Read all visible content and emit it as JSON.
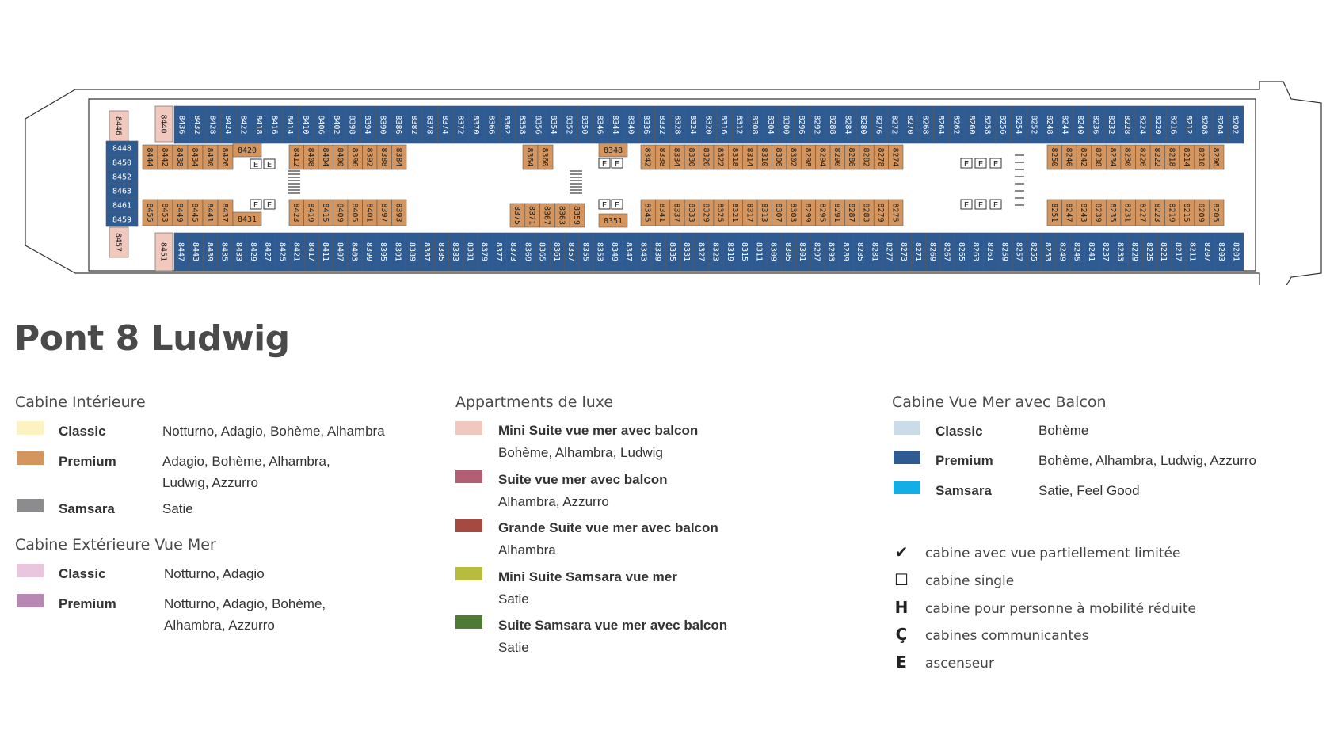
{
  "title": "Pont 8 Ludwig",
  "deck": {
    "top_outer": [
      "8436",
      "8432",
      "8428",
      "8424",
      "8422",
      "8418",
      "8416",
      "8414",
      "8410",
      "8406",
      "8402",
      "8398",
      "8394",
      "8390",
      "8386",
      "8382",
      "8378",
      "8374",
      "8372",
      "8370",
      "8366",
      "8362",
      "8358",
      "8356",
      "8354",
      "8352",
      "8350",
      "8346",
      "8344",
      "8340",
      "8336",
      "8332",
      "8328",
      "8324",
      "8320",
      "8316",
      "8312",
      "8308",
      "8304",
      "8300",
      "8296",
      "8292",
      "8288",
      "8284",
      "8280",
      "8276",
      "8272",
      "8270",
      "8268",
      "8264",
      "8262",
      "8260",
      "8258",
      "8256",
      "8254",
      "8252",
      "8248",
      "8244",
      "8240",
      "8236",
      "8232",
      "8228",
      "8224",
      "8220",
      "8216",
      "8212",
      "8208",
      "8204",
      "8202"
    ],
    "bottom_outer": [
      "8447",
      "8443",
      "8439",
      "8435",
      "8433",
      "8429",
      "8427",
      "8425",
      "8421",
      "8417",
      "8411",
      "8407",
      "8403",
      "8399",
      "8395",
      "8391",
      "8389",
      "8387",
      "8385",
      "8383",
      "8381",
      "8379",
      "8377",
      "8373",
      "8369",
      "8365",
      "8361",
      "8357",
      "8355",
      "8353",
      "8349",
      "8347",
      "8343",
      "8339",
      "8335",
      "8331",
      "8327",
      "8323",
      "8319",
      "8315",
      "8311",
      "8309",
      "8305",
      "8301",
      "8297",
      "8293",
      "8289",
      "8285",
      "8281",
      "8277",
      "8273",
      "8271",
      "8269",
      "8267",
      "8265",
      "8263",
      "8261",
      "8259",
      "8257",
      "8255",
      "8253",
      "8249",
      "8245",
      "8241",
      "8237",
      "8233",
      "8229",
      "8225",
      "8221",
      "8217",
      "8211",
      "8207",
      "8203",
      "8201"
    ],
    "inner_top_a": [
      "8444",
      "8442",
      "8438",
      "8434",
      "8430",
      "8426"
    ],
    "inner_top_b": [
      "8412",
      "8408",
      "8404",
      "8400",
      "8396",
      "8392",
      "8388",
      "8384"
    ],
    "inner_top_c": [
      "8364",
      "8360"
    ],
    "inner_top_d": [
      "8342",
      "8338",
      "8334",
      "8330",
      "8326",
      "8322",
      "8318",
      "8314",
      "8310",
      "8306",
      "8302",
      "8298",
      "8294",
      "8290",
      "8286",
      "8282",
      "8278",
      "8274"
    ],
    "inner_top_e": [
      "8250",
      "8246",
      "8242",
      "8238",
      "8234",
      "8230",
      "8226",
      "8222",
      "8218",
      "8214",
      "8210",
      "8206"
    ],
    "inner_bot_a": [
      "8455",
      "8453",
      "8449",
      "8445",
      "8441",
      "8437"
    ],
    "inner_bot_b": [
      "8423",
      "8419",
      "8415",
      "8409",
      "8405",
      "8401",
      "8397",
      "8393"
    ],
    "inner_bot_c": [
      "8375",
      "8371",
      "8367",
      "8363",
      "8359"
    ],
    "inner_bot_d": [
      "8345",
      "8341",
      "8337",
      "8333",
      "8329",
      "8325",
      "8321",
      "8317",
      "8313",
      "8307",
      "8303",
      "8299",
      "8295",
      "8291",
      "8287",
      "8283",
      "8279",
      "8275"
    ],
    "inner_bot_e": [
      "8251",
      "8247",
      "8243",
      "8239",
      "8235",
      "8231",
      "8227",
      "8223",
      "8219",
      "8215",
      "8209",
      "8205"
    ],
    "aft_block": [
      "8448",
      "8450",
      "8452",
      "8463",
      "8461",
      "8459"
    ],
    "aft_pink": [
      "8446",
      "8457"
    ],
    "pink_cabins": [
      "8440",
      "8451"
    ],
    "horizontal_labels": [
      "8420",
      "8431",
      "8348",
      "8351"
    ],
    "elevator_mark": "E"
  },
  "sections": {
    "interieure": {
      "title": "Cabine Intérieure",
      "items": [
        {
          "label": "Classic",
          "desc": "Notturno, Adagio, Bohème, Alhambra",
          "color": "#fdf3c0"
        },
        {
          "label": "Premium",
          "desc": "Adagio, Bohème, Alhambra,",
          "desc2": "Ludwig, Azzurro",
          "color": "#d4965e"
        },
        {
          "label": "Samsara",
          "desc": "Satie",
          "color": "#8c8c8e"
        }
      ]
    },
    "exterieure": {
      "title": "Cabine Extérieure Vue Mer",
      "items": [
        {
          "label": "Classic",
          "desc": "Notturno, Adagio",
          "color": "#eac6de"
        },
        {
          "label": "Premium",
          "desc": "Notturno, Adagio, Bohème,",
          "desc2": "Alhambra, Azzurro",
          "color": "#b987b4"
        }
      ]
    },
    "luxe": {
      "title": "Appartments de luxe",
      "items": [
        {
          "label": "Mini Suite vue mer avec balcon",
          "desc": "Bohème, Alhambra, Ludwig",
          "color": "#f0c8be"
        },
        {
          "label": "Suite vue mer avec balcon",
          "desc": "Alhambra, Azzurro",
          "color": "#b25f73"
        },
        {
          "label": "Grande Suite vue mer avec balcon",
          "desc": "Alhambra",
          "color": "#a44a41"
        },
        {
          "label": "Mini Suite Samsara vue mer",
          "desc": "Satie",
          "color": "#b8bc3e"
        },
        {
          "label": "Suite Samsara vue mer avec balcon",
          "desc": "Satie",
          "color": "#4f7a34"
        }
      ]
    },
    "balcon": {
      "title": "Cabine Vue Mer avec Balcon",
      "items": [
        {
          "label": "Classic",
          "desc": "Bohème",
          "color": "#c9dce8"
        },
        {
          "label": "Premium",
          "desc": "Bohème, Alhambra, Ludwig, Azzurro",
          "color": "#2f5b93"
        },
        {
          "label": "Samsara",
          "desc": "Satie, Feel Good",
          "color": "#14aee6"
        }
      ]
    }
  },
  "symbols": [
    {
      "icon": "check-icon",
      "glyph": "✔",
      "text": "cabine avec vue partiellement limitée"
    },
    {
      "icon": "square-icon",
      "glyph": "☐",
      "text": "cabine single"
    },
    {
      "icon": "h-icon",
      "glyph": "H",
      "text": "cabine pour personne à mobilité réduite"
    },
    {
      "icon": "connecting-icon",
      "glyph": "Ç",
      "text": "cabines communicantes"
    },
    {
      "icon": "e-icon",
      "glyph": "E",
      "text": "ascenseur"
    }
  ]
}
